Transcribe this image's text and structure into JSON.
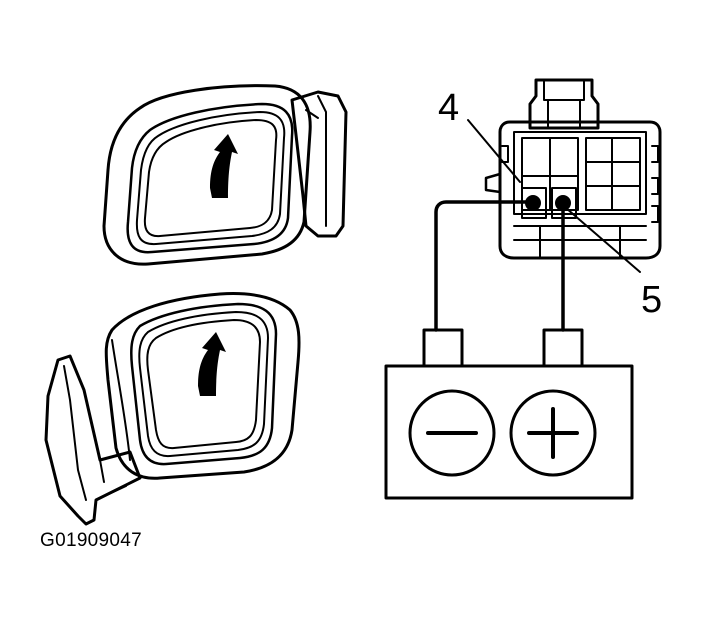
{
  "diagram": {
    "figure_id": "G01909047",
    "pin_labels": {
      "pin_4": "4",
      "pin_5": "5"
    },
    "battery": {
      "negative_symbol": "minus",
      "positive_symbol": "plus"
    },
    "mirror_arrow": "up-arrow"
  },
  "colors": {
    "ink": "#000000",
    "paper": "#ffffff"
  }
}
